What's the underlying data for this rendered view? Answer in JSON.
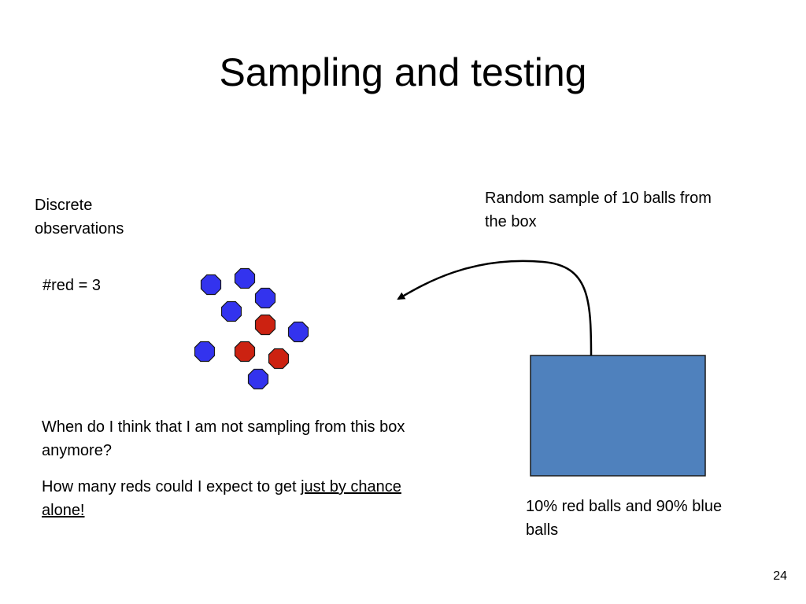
{
  "slide": {
    "title": "Sampling and testing",
    "left_label": "Discrete observations",
    "red_count_text": "#red = 3",
    "sample_label": "Random sample of 10 balls from the box",
    "question_1": "When do I think that I am not sampling from this box anymore?",
    "question_2_prefix": "How many reds could I expect to get ",
    "question_2_emphasis": "just by chance alone!",
    "box_label": "10% red balls and 90% blue balls",
    "page_number": "24"
  },
  "colors": {
    "blue_ball": "#3333ee",
    "red_ball": "#cc2211",
    "box_fill": "#4f81bd",
    "outline": "#1a1a1a"
  },
  "sample": {
    "balls": [
      {
        "color": "blue"
      },
      {
        "color": "blue"
      },
      {
        "color": "blue"
      },
      {
        "color": "blue"
      },
      {
        "color": "red"
      },
      {
        "color": "blue"
      },
      {
        "color": "blue"
      },
      {
        "color": "red"
      },
      {
        "color": "red"
      },
      {
        "color": "blue"
      }
    ]
  }
}
